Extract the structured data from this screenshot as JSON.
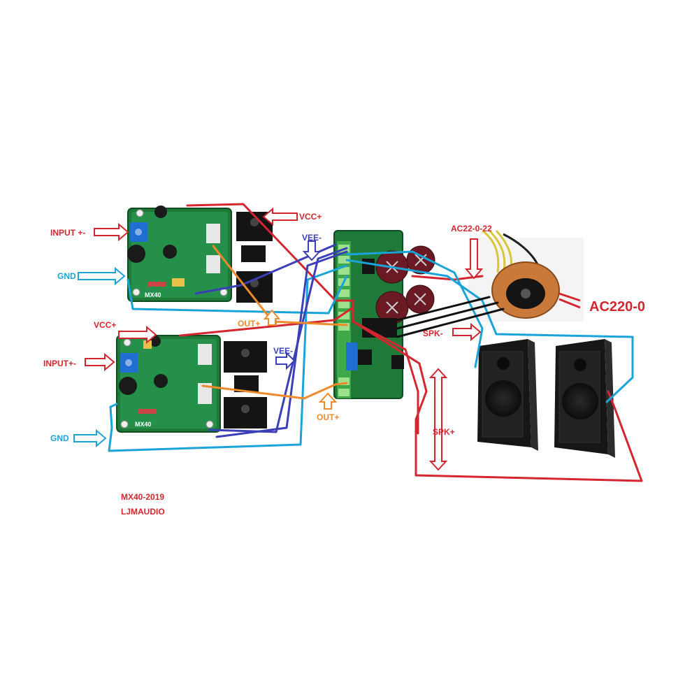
{
  "colors": {
    "red": "#d4262e",
    "cyan": "#1aa3d9",
    "blue": "#3b3fb8",
    "orange": "#ee8a2a",
    "black": "#111111",
    "pcb_green": "#1f7a3a",
    "terminal_green": "#3fa94a",
    "terminal_blue": "#1e6fd1"
  },
  "labels": {
    "input_top": "INPUT +-",
    "gnd_top": "GND",
    "vcc_top": "VCC+",
    "vee_top": "VEE-",
    "out_top": "OUT+",
    "vcc_bottom": "VCC+",
    "input_bottom": "INPUT+-",
    "gnd_bottom": "GND",
    "vee_bottom": "VEE-",
    "out_bottom": "OUT+",
    "transformer_secondary": "AC22-0-22",
    "mains": "AC220-0",
    "spk_minus": "SPK-",
    "spk_plus": "SPK+",
    "model": "MX40-2019",
    "brand": "LJMAUDIO",
    "board_silk": "MX40"
  }
}
